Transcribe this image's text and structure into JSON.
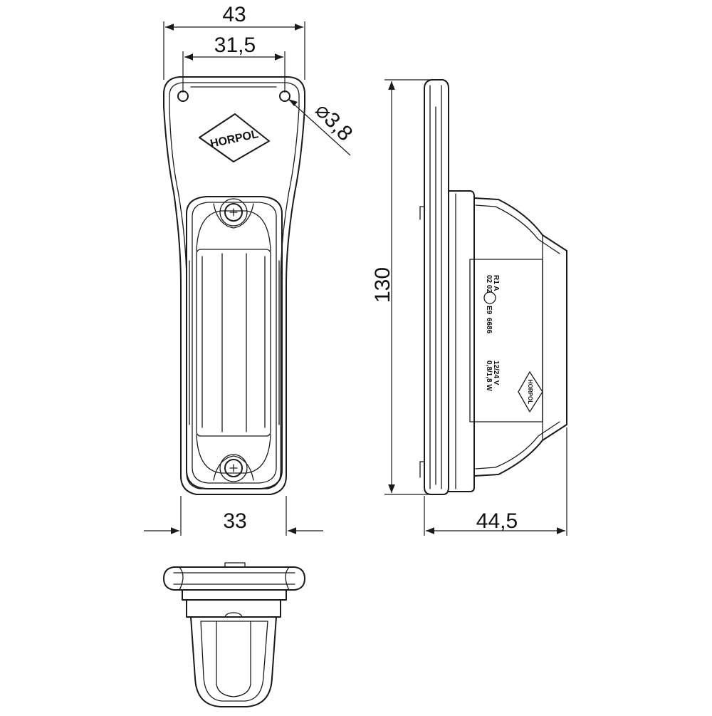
{
  "diagram": {
    "dimensions": {
      "top_width": "43",
      "hole_spacing": "31,5",
      "hole_diameter": "3,8",
      "bottom_width": "33",
      "height": "130",
      "depth": "44,5"
    },
    "logo_text": "HORPOL",
    "side_label": {
      "line1": "R1 A",
      "line2": "02 02",
      "approval_mark": "E9",
      "approval_number": "6686",
      "voltage": "12/24 V",
      "power": "0,8/1,8 W",
      "logo_text": "HORPOL"
    }
  }
}
